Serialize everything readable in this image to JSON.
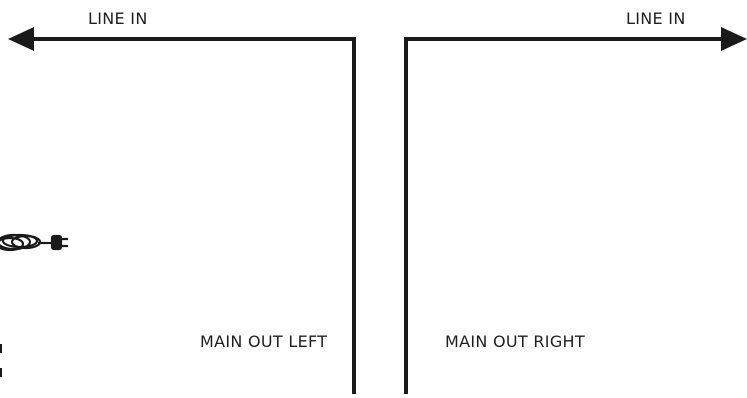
{
  "labels": {
    "line_in_left": "LINE IN",
    "line_in_right": "LINE IN",
    "main_out_left": "MAIN OUT LEFT",
    "main_out_right": "MAIN OUT RIGHT"
  },
  "icons": {
    "power_cable": "power-cable-icon"
  },
  "colors": {
    "line": "#1a1a1a",
    "background": "#ffffff"
  }
}
